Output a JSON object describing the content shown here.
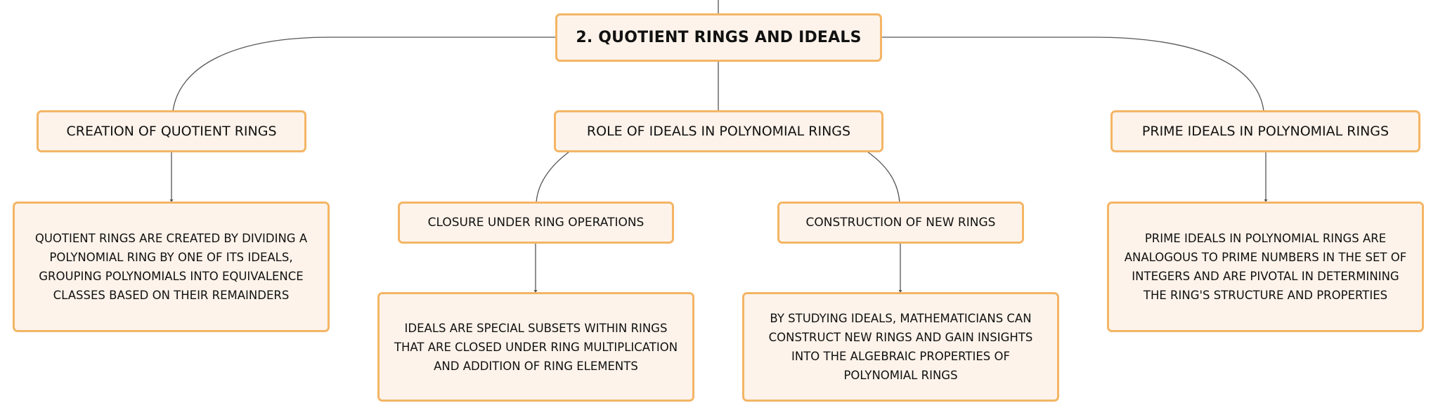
{
  "diagram": {
    "root": {
      "label": "2. QUOTIENT RINGS AND IDEALS"
    },
    "branches": [
      {
        "label": "CREATION OF QUOTIENT RINGS",
        "detail": "QUOTIENT RINGS ARE CREATED BY DIVIDING A POLYNOMIAL RING BY ONE OF ITS IDEALS, GROUPING POLYNOMIALS INTO EQUIVALENCE CLASSES BASED ON THEIR REMAINDERS"
      },
      {
        "label": "ROLE OF IDEALS IN POLYNOMIAL RINGS",
        "children": [
          {
            "label": "CLOSURE UNDER RING OPERATIONS",
            "detail": "IDEALS ARE SPECIAL SUBSETS WITHIN RINGS THAT ARE CLOSED UNDER RING MULTIPLICATION AND ADDITION OF RING ELEMENTS"
          },
          {
            "label": "CONSTRUCTION OF NEW RINGS",
            "detail": "BY STUDYING IDEALS, MATHEMATICIANS CAN CONSTRUCT NEW RINGS AND GAIN INSIGHTS INTO THE ALGEBRAIC PROPERTIES OF POLYNOMIAL RINGS"
          }
        ]
      },
      {
        "label": "PRIME IDEALS IN POLYNOMIAL RINGS",
        "detail": "PRIME IDEALS IN POLYNOMIAL RINGS ARE ANALOGOUS TO PRIME NUMBERS IN THE SET OF INTEGERS AND ARE PIVOTAL IN DETERMINING THE RING'S STRUCTURE AND PROPERTIES"
      }
    ]
  },
  "colors": {
    "node_border": "#f4b565",
    "node_fill": "#fdf3ea",
    "connector": "#555555",
    "text": "#111111"
  }
}
